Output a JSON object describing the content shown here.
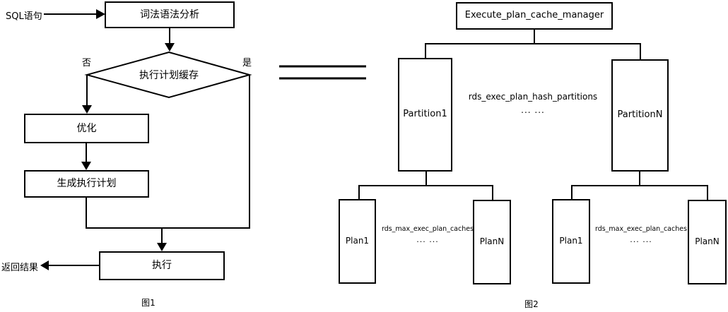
{
  "figure1": {
    "caption": "图1",
    "input_label": "SQL语句",
    "output_label": "返回结果",
    "no_label": "否",
    "yes_label": "是",
    "nodes": {
      "analysis": "词法语法分析",
      "cache": "执行计划缓存",
      "optimize": "优化",
      "generate": "生成执行计划",
      "execute": "执行"
    }
  },
  "figure2": {
    "caption": "图2",
    "root": "Execute_plan_cache_manager",
    "partition_level": {
      "note": "rds_exec_plan_hash_partitions",
      "ellipsis": "... ...",
      "left": "Partition1",
      "right": "PartitionN"
    },
    "plan_level_left": {
      "note": "rds_max_exec_plan_caches",
      "ellipsis": "... ...",
      "left": "Plan1",
      "right": "PlanN"
    },
    "plan_level_right": {
      "note": "rds_max_exec_plan_caches",
      "ellipsis": "... ...",
      "left": "Plan1",
      "right": "PlanN"
    }
  },
  "colors": {
    "line": "#000000",
    "background": "#ffffff"
  }
}
